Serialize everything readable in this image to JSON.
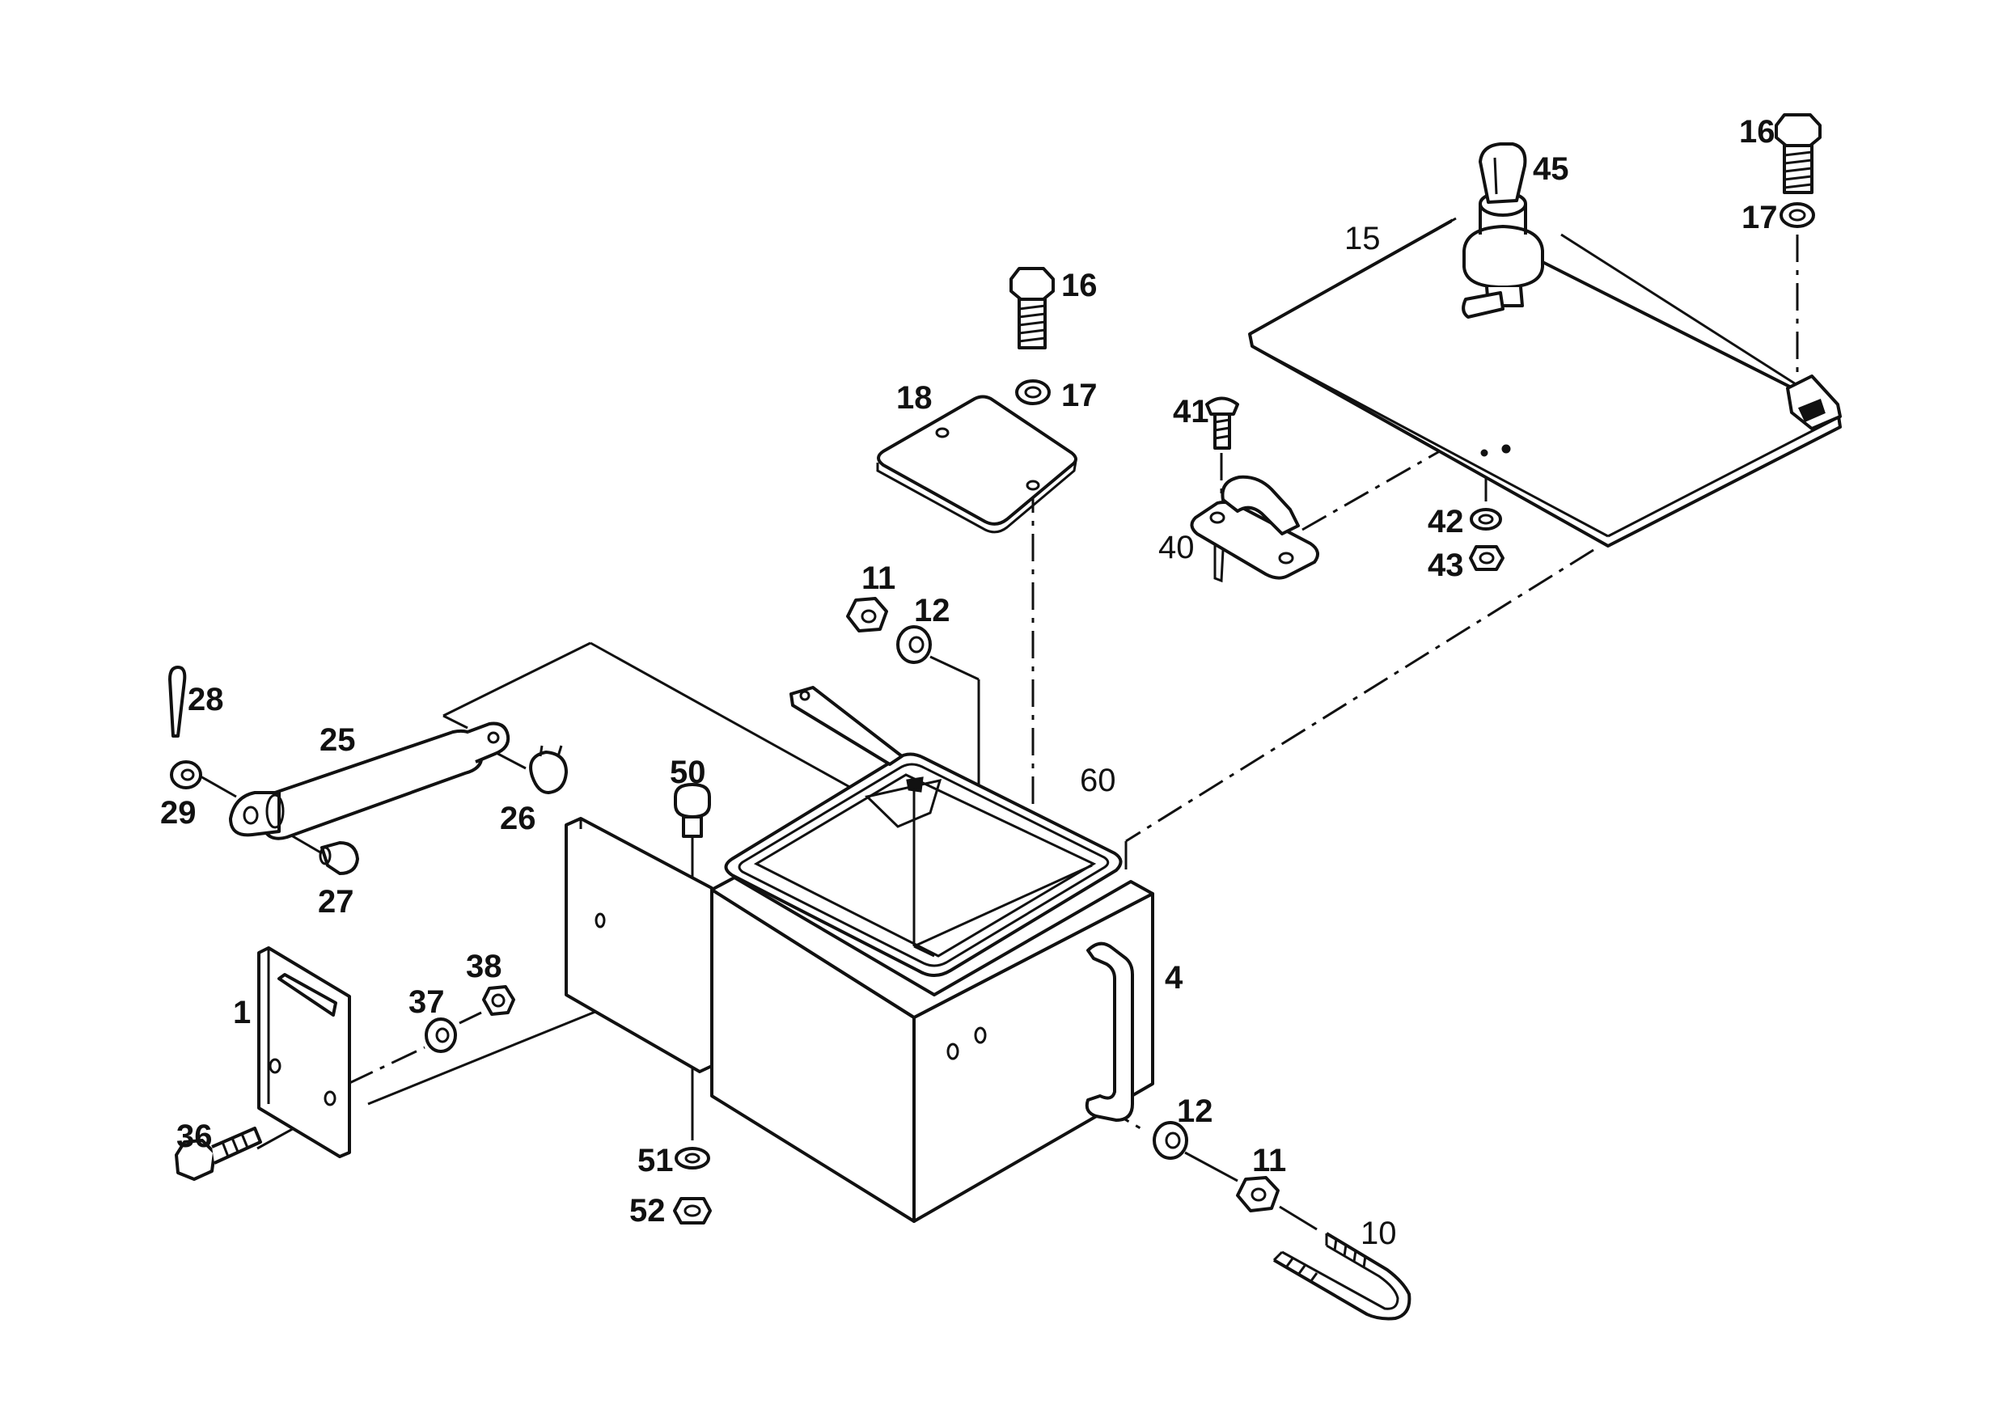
{
  "diagram": {
    "callouts": {
      "c1": "1",
      "c4": "4",
      "c10": "10",
      "c11a": "11",
      "c11b": "11",
      "c12a": "12",
      "c12b": "12",
      "c15": "15",
      "c16a": "16",
      "c16b": "16",
      "c17a": "17",
      "c17b": "17",
      "c18": "18",
      "c25": "25",
      "c26": "26",
      "c27": "27",
      "c28": "28",
      "c29": "29",
      "c36": "36",
      "c37": "37",
      "c38": "38",
      "c40": "40",
      "c41": "41",
      "c42": "42",
      "c43": "43",
      "c45": "45",
      "c50": "50",
      "c51": "51",
      "c52": "52",
      "c60": "60"
    }
  }
}
